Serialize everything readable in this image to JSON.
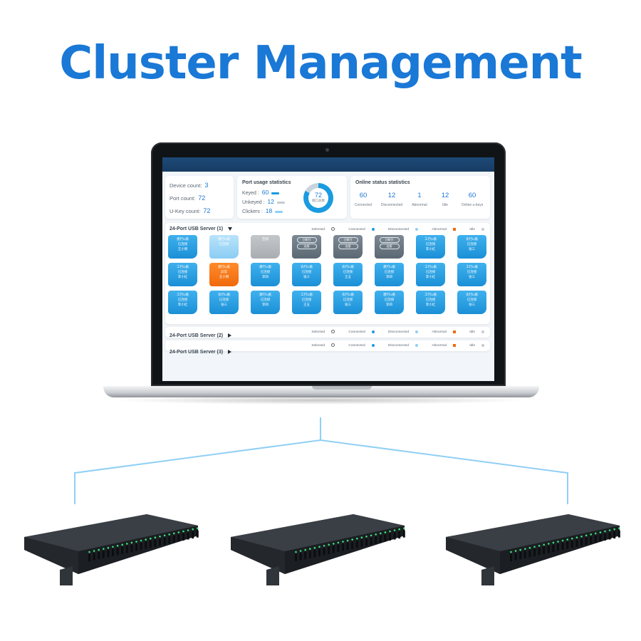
{
  "headline": "Cluster Management",
  "colors": {
    "brand": "#1a78d6",
    "port_blue": "#1b8fd6",
    "port_orange": "#f06a0c",
    "connector": "#8fcff5"
  },
  "summary": {
    "device_label": "Device count:",
    "device_value": "3",
    "port_label": "Port count:",
    "port_value": "72",
    "ukey_label": "U-Key count:",
    "ukey_value": "72"
  },
  "port_usage": {
    "title": "Port usage statistics",
    "rows": [
      {
        "label": "Keyed",
        "sep": ":",
        "value": "60"
      },
      {
        "label": "Unkeyed",
        "sep": ":",
        "value": "12"
      },
      {
        "label": "Clickers",
        "sep": ":",
        "value": "18"
      }
    ],
    "donut_value": "72",
    "donut_caption": "端口总数",
    "donut_fraction": 0.83
  },
  "online_status": {
    "title": "Online status statistics",
    "items": [
      {
        "value": "60",
        "label": "Connected"
      },
      {
        "value": "12",
        "label": "Disconnected"
      },
      {
        "value": "1",
        "label": "Abnormal"
      },
      {
        "value": "12",
        "label": "Idle"
      },
      {
        "value": "60",
        "label": "Online u-keys"
      }
    ]
  },
  "legend": {
    "selected": "Selected",
    "connected": "Connected",
    "disconnected": "Disconnected",
    "abnormal": "Abnormal",
    "idle": "Idle"
  },
  "servers": [
    {
      "name": "24-Port USB Server",
      "index": "(1)"
    },
    {
      "name": "24-Port USB Server",
      "index": "(2)"
    },
    {
      "name": "24-Port USB Server",
      "index": "(3)"
    }
  ],
  "ports": [
    {
      "style": "blue",
      "l1": "建行U盾",
      "l2": "已连接",
      "l3": "王小明"
    },
    {
      "style": "light",
      "l1": "建行U盾",
      "l2": "已连接",
      "l3": ""
    },
    {
      "style": "grey",
      "l1": "",
      "l2": "空闲",
      "l3": ""
    },
    {
      "style": "dark",
      "l1": "",
      "l2": "已断开",
      "l3": "连接"
    },
    {
      "style": "dark",
      "l1": "",
      "l2": "已断开",
      "l3": "连接"
    },
    {
      "style": "dark",
      "l1": "",
      "l2": "已断开",
      "l3": "连接"
    },
    {
      "style": "blue",
      "l1": "工行U盾",
      "l2": "已连接",
      "l3": "李小红"
    },
    {
      "style": "blue",
      "l1": "农行U盾",
      "l2": "已连接",
      "l3": "张三"
    },
    {
      "style": "blue",
      "l1": "工行U盾",
      "l2": "已连接",
      "l3": "李小红"
    },
    {
      "style": "orange",
      "l1": "建行U盾",
      "l2": "异常",
      "l3": "王小明"
    },
    {
      "style": "blue",
      "l1": "建行U盾",
      "l2": "已连接",
      "l3": "李四"
    },
    {
      "style": "blue",
      "l1": "农行U盾",
      "l2": "已连接",
      "l3": "张三"
    },
    {
      "style": "blue",
      "l1": "农行U盾",
      "l2": "已连接",
      "l3": "王五"
    },
    {
      "style": "blue",
      "l1": "建行U盾",
      "l2": "已连接",
      "l3": "李四"
    },
    {
      "style": "blue",
      "l1": "工行U盾",
      "l2": "已连接",
      "l3": "李小红"
    },
    {
      "style": "blue",
      "l1": "工行U盾",
      "l2": "已连接",
      "l3": "张三"
    },
    {
      "style": "blue",
      "l1": "工行U盾",
      "l2": "已连接",
      "l3": "李小红"
    },
    {
      "style": "blue",
      "l1": "农行U盾",
      "l2": "已连接",
      "l3": "张三"
    },
    {
      "style": "blue",
      "l1": "建行U盾",
      "l2": "已连接",
      "l3": "李四"
    },
    {
      "style": "blue",
      "l1": "工行U盾",
      "l2": "已连接",
      "l3": "王五"
    },
    {
      "style": "blue",
      "l1": "农行U盾",
      "l2": "已连接",
      "l3": "张三"
    },
    {
      "style": "blue",
      "l1": "建行U盾",
      "l2": "已连接",
      "l3": "李四"
    },
    {
      "style": "blue",
      "l1": "工行U盾",
      "l2": "已连接",
      "l3": "李小红"
    },
    {
      "style": "blue",
      "l1": "农行U盾",
      "l2": "已连接",
      "l3": "张三"
    }
  ]
}
